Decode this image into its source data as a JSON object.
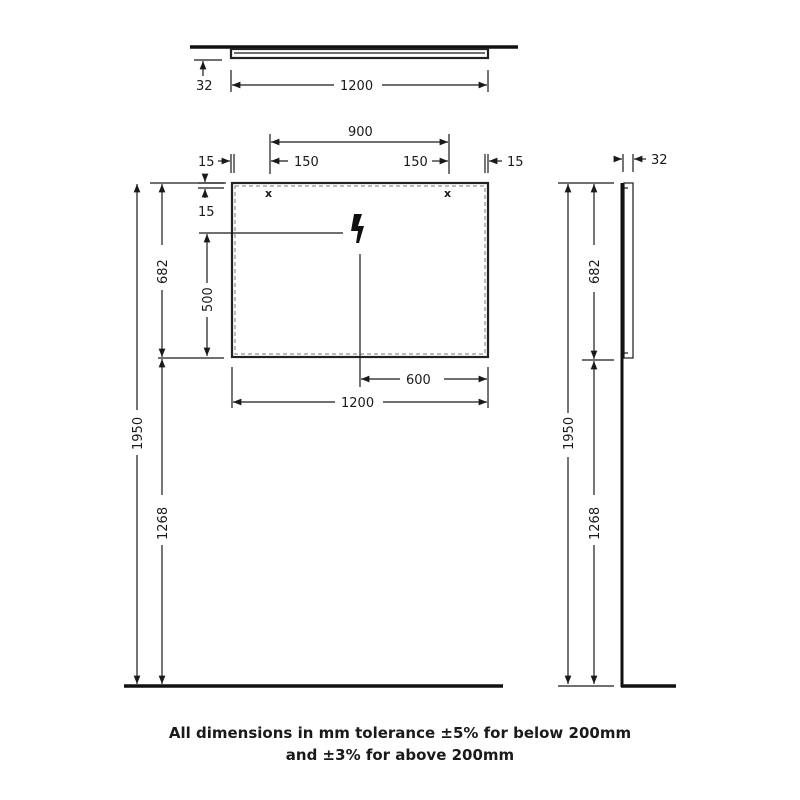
{
  "top_view": {
    "depth_label": "32",
    "width_label": "1200"
  },
  "front_view": {
    "fixing_span_label": "900",
    "left_fixing_offset_label": "150",
    "right_fixing_offset_label": "150",
    "left_edge_label": "15",
    "right_edge_label": "15",
    "top_edge_label": "15",
    "fixing_marker": "x",
    "mirror_height_label": "682",
    "power_height_label": "500",
    "power_offset_label": "600",
    "mirror_width_label": "1200",
    "total_height_label": "1950",
    "floor_to_bottom_label": "1268",
    "power_icon": "lightning-bolt-icon"
  },
  "side_view": {
    "depth_label": "32",
    "mirror_height_label": "682",
    "total_height_label": "1950",
    "floor_to_bottom_label": "1268"
  },
  "footer": {
    "line1": "All dimensions in mm tolerance ±5% for below 200mm",
    "line2": "and ±3% for above 200mm"
  }
}
